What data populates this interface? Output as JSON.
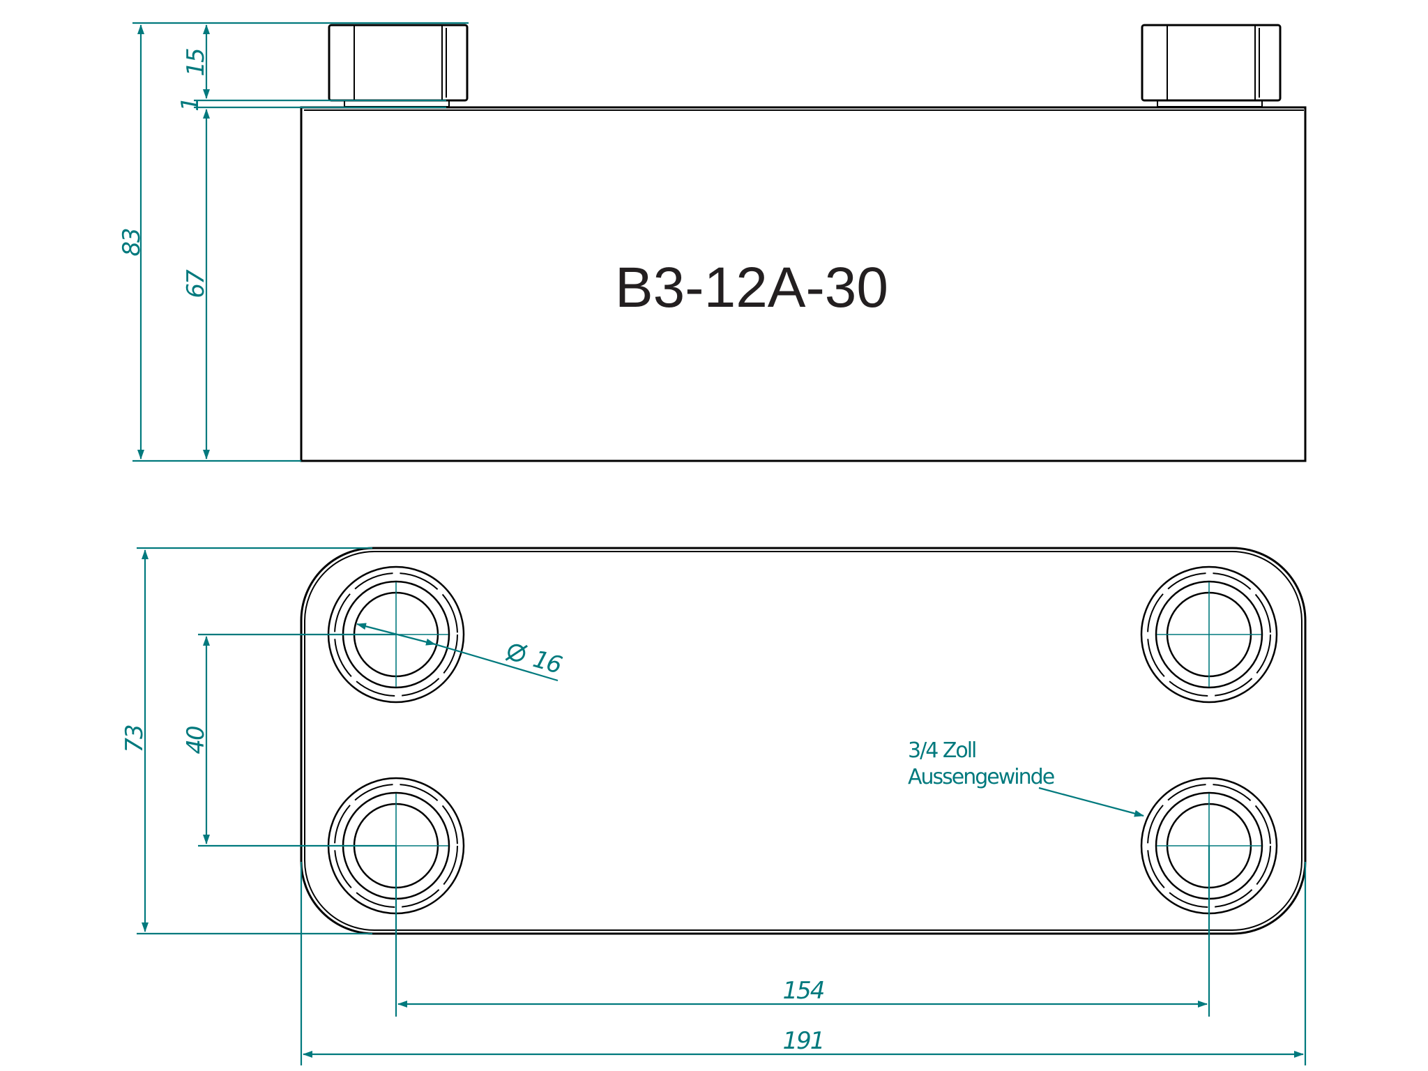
{
  "model_label": "B3-12A-30",
  "dimensions": {
    "total_height": "83",
    "connection_height": "15",
    "gap": "1",
    "body_height": "67",
    "plate_height": "73",
    "port_spacing_vertical": "40",
    "port_diameter": "16",
    "port_spacing_horizontal": "154",
    "plate_width": "191"
  },
  "annotation": {
    "line1": "3/4 Zoll",
    "line2": "Aussengewinde"
  },
  "colors": {
    "dimension": "#00797d",
    "outline": "#000000",
    "model_text": "#231f20"
  }
}
